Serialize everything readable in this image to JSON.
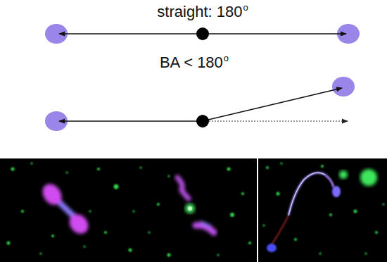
{
  "diagram": {
    "labels": [
      "straight: 180",
      "o",
      "BA < 180",
      "o"
    ]
  }
}
